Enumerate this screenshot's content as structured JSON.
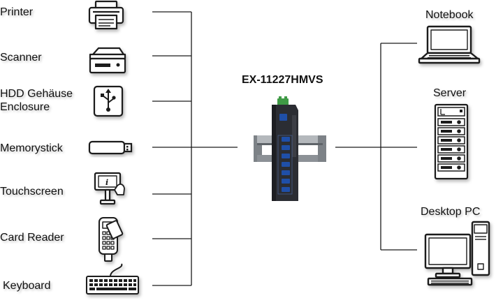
{
  "product": {
    "model": "EX-11227HMVS"
  },
  "peripherals": [
    {
      "label": "Printer",
      "icon": "printer-icon"
    },
    {
      "label": "Scanner",
      "icon": "scanner-icon"
    },
    {
      "label": "HDD Gehäuse\nEnclosure",
      "icon": "hdd-enclosure-icon"
    },
    {
      "label": "Memorystick",
      "icon": "usb-stick-icon"
    },
    {
      "label": "Touchscreen",
      "icon": "touchscreen-kiosk-icon"
    },
    {
      "label": "Card Reader",
      "icon": "card-reader-icon"
    },
    {
      "label": "Keyboard",
      "icon": "keyboard-icon"
    }
  ],
  "hosts": [
    {
      "label": "Notebook",
      "icon": "notebook-icon"
    },
    {
      "label": "Server",
      "icon": "server-rack-icon"
    },
    {
      "label": "Desktop PC",
      "icon": "desktop-pc-icon"
    }
  ],
  "colors": {
    "line": "#1a1a1a",
    "hub_body": "#2b2d33",
    "usb_port": "#1f4fa8",
    "din_rail": "#9a9ea3",
    "terminal": "#3f9a45"
  }
}
